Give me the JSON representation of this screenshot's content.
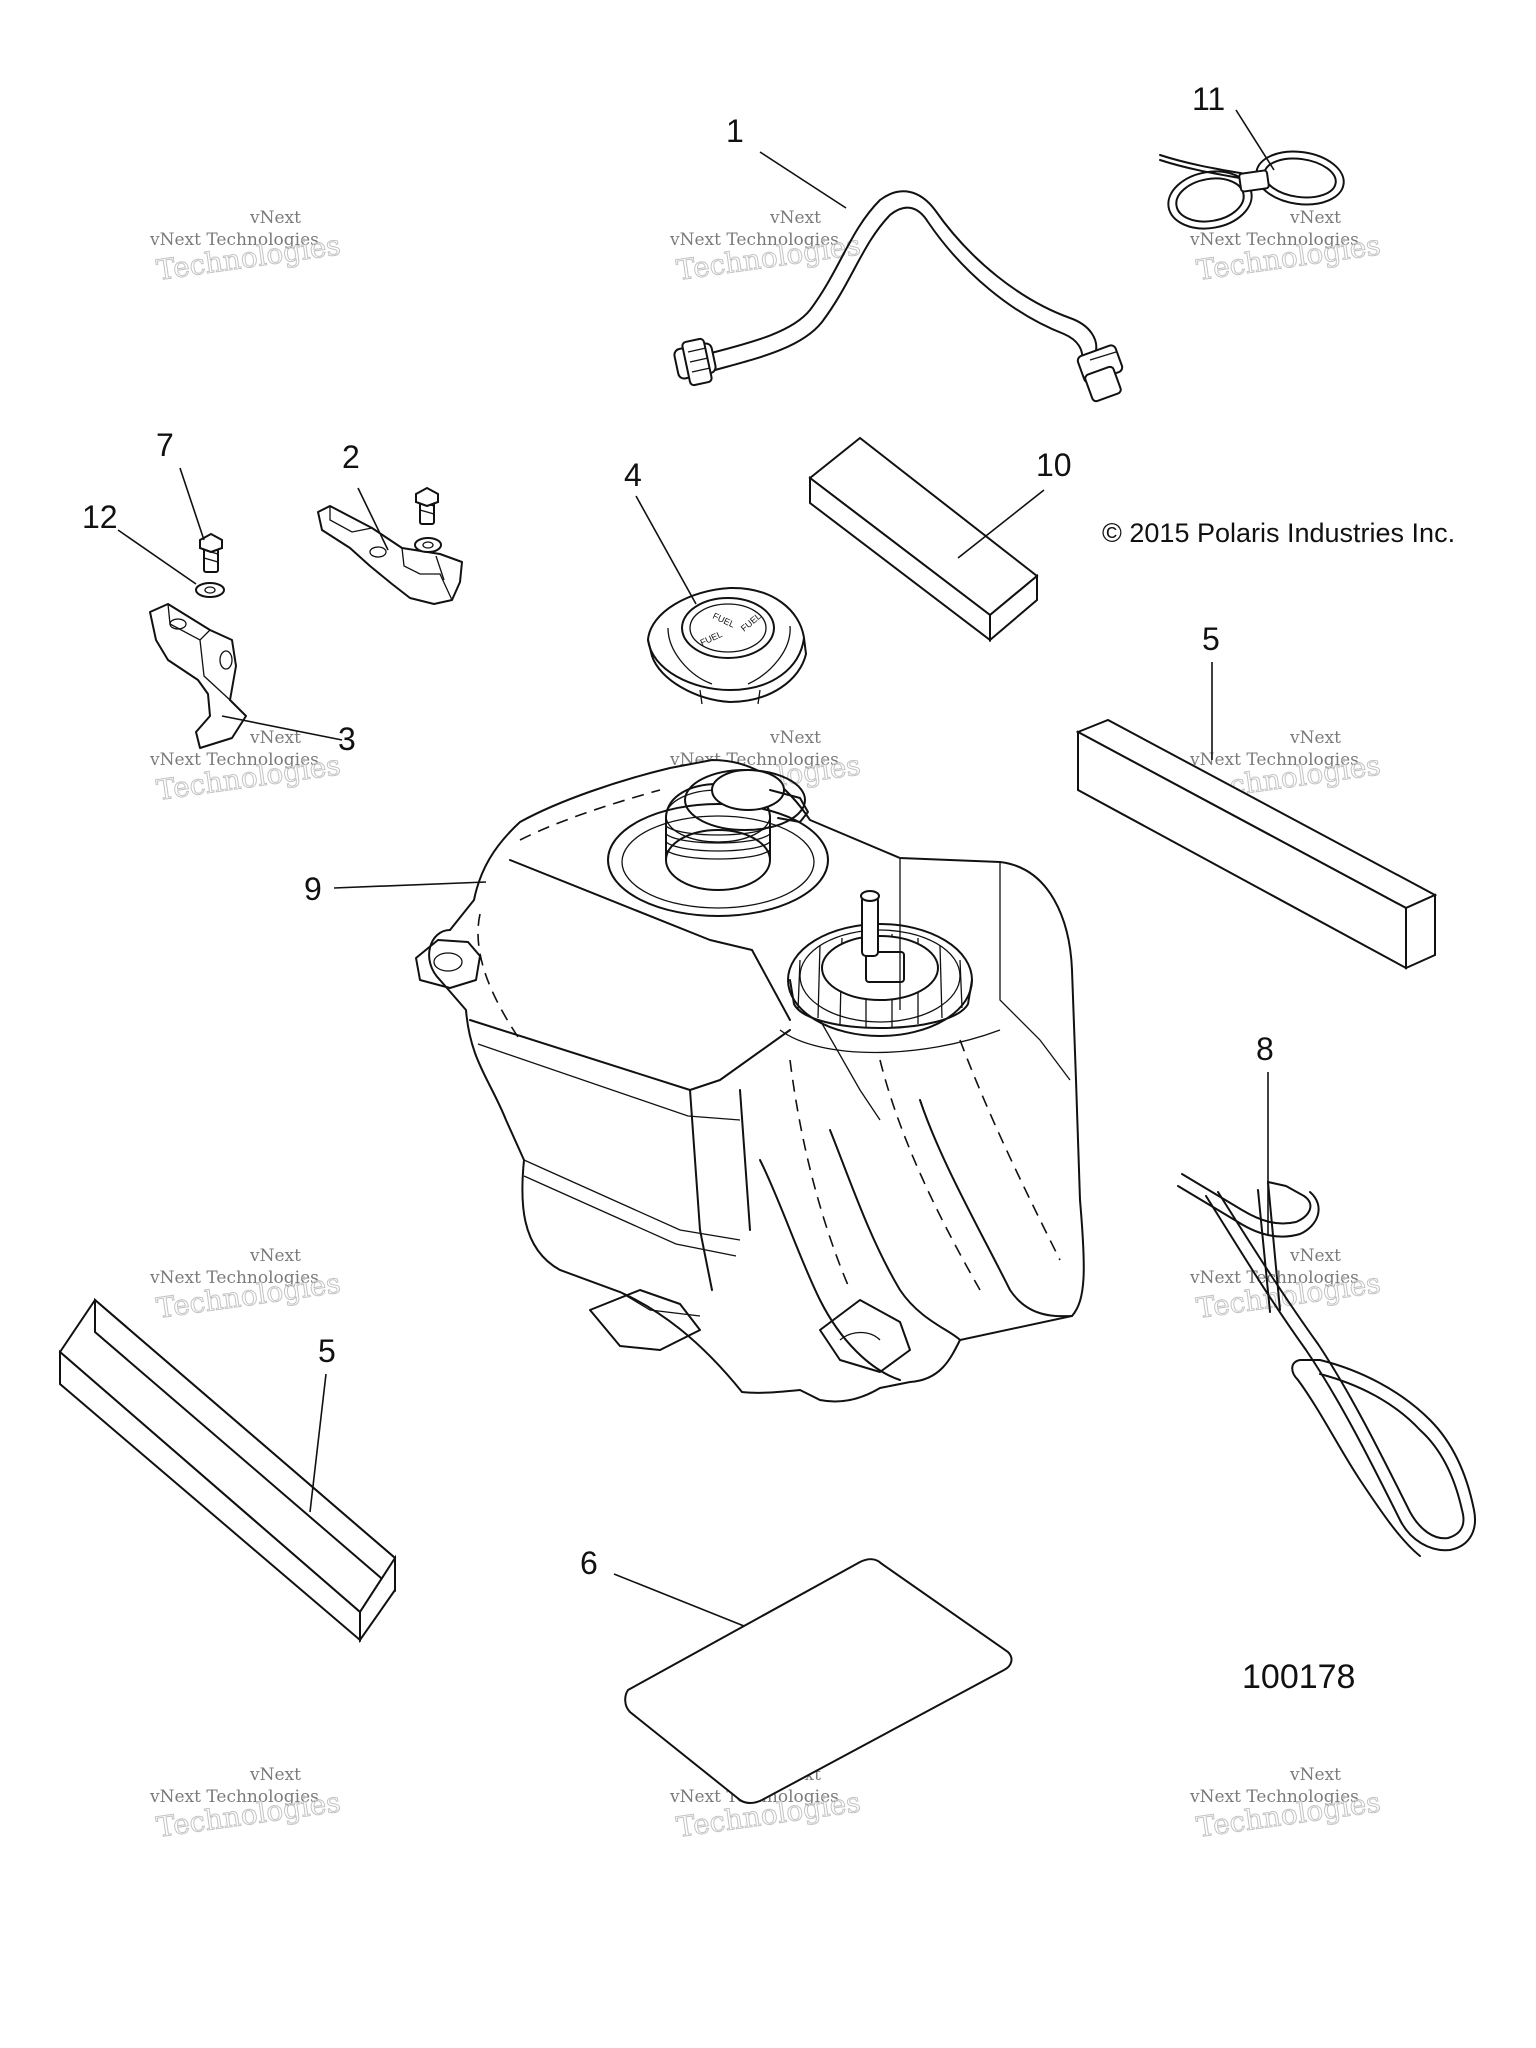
{
  "diagram": {
    "copyright": "© 2015 Polaris Industries Inc.",
    "figure_number": "100178",
    "callouts": [
      "1",
      "2",
      "3",
      "4",
      "5",
      "5",
      "6",
      "7",
      "8",
      "9",
      "10",
      "11",
      "12"
    ],
    "watermark": {
      "line1": "vNext Technologies",
      "line2": "Technologies",
      "tag": "vNext"
    }
  }
}
